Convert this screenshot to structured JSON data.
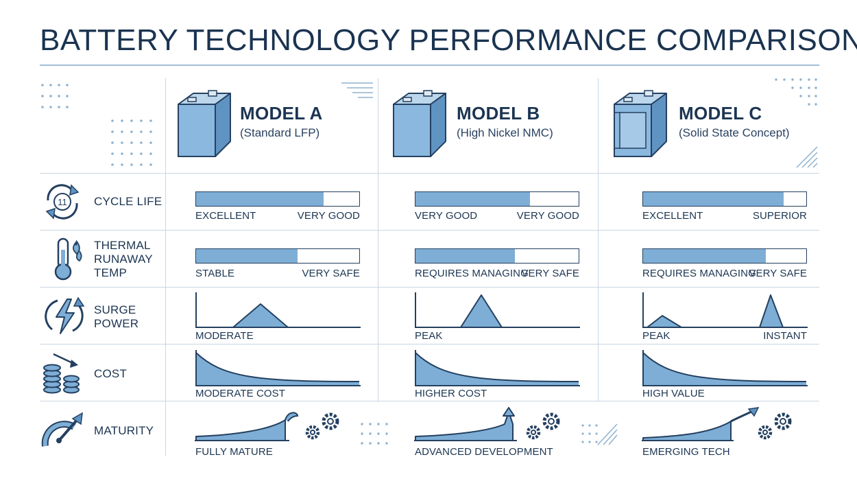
{
  "title": "BATTERY TECHNOLOGY PERFORMANCE COMPARISON",
  "colors": {
    "accent": "#7eaed6",
    "ink": "#1c3552",
    "grid": "#c9d6e2",
    "rule": "#9fbcd6"
  },
  "models": [
    {
      "name": "MODEL A",
      "subtitle": "(Standard LFP)"
    },
    {
      "name": "MODEL B",
      "subtitle": "(High Nickel NMC)"
    },
    {
      "name": "MODEL C",
      "subtitle": "(Solid State Concept)"
    }
  ],
  "rows": [
    {
      "label_lines": [
        "CYCLE LIFE"
      ],
      "icon": "cycle-icon"
    },
    {
      "label_lines": [
        "THERMAL",
        "RUNAWAY",
        "TEMP"
      ],
      "icon": "thermometer-icon"
    },
    {
      "label_lines": [
        "SURGE",
        "POWER"
      ],
      "icon": "lightning-icon"
    },
    {
      "label_lines": [
        "COST"
      ],
      "icon": "coins-icon"
    },
    {
      "label_lines": [
        "MATURITY"
      ],
      "icon": "gauge-arrow-icon"
    }
  ],
  "cycle_icon_text": "11",
  "cycle_life": [
    {
      "fill": 0.78,
      "left": "EXCELLENT",
      "right": "VERY GOOD"
    },
    {
      "fill": 0.7,
      "left": "VERY GOOD",
      "right": "VERY GOOD"
    },
    {
      "fill": 0.86,
      "left": "EXCELLENT",
      "right": "SUPERIOR"
    }
  ],
  "thermal": [
    {
      "fill": 0.62,
      "left": "STABLE",
      "right": "VERY SAFE"
    },
    {
      "fill": 0.61,
      "left": "REQUIRES MANAGING",
      "right": "VERY SAFE"
    },
    {
      "fill": 0.75,
      "left": "REQUIRES MANAGING",
      "right": "VERY SAFE"
    }
  ],
  "surge": [
    {
      "left": "MODERATE",
      "right": ""
    },
    {
      "left": "PEAK",
      "right": ""
    },
    {
      "left": "PEAK",
      "right": "INSTANT"
    }
  ],
  "cost": [
    {
      "left": "MODERATE COST"
    },
    {
      "left": "HIGHER COST"
    },
    {
      "left": "HIGH VALUE"
    }
  ],
  "maturity": [
    {
      "left": "FULLY MATURE",
      "icon": "gears-icon"
    },
    {
      "left": "ADVANCED DEVELOPMENT",
      "icon": "gears-icon"
    },
    {
      "left": "EMERGING TECH",
      "icon": "gears-icon"
    }
  ]
}
